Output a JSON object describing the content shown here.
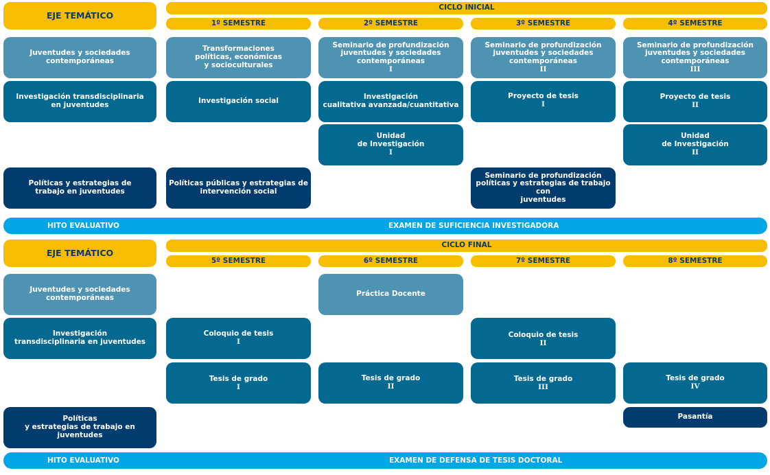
{
  "top": {
    "eje_label": "EJE TEMÁTICO",
    "ciclo": "CICLO INICIAL",
    "semesters": [
      "1º SEMESTRE",
      "2º SEMESTRE",
      "3º SEMESTRE",
      "4º SEMESTRE"
    ],
    "axes": [
      "Juventudes y sociedades\ncontemporáneas",
      "Investigación transdisciplinaria\nen juventudes",
      "Políticas y estrategias de\ntrabajo en juventudes"
    ],
    "s1_transformaciones": "Transformaciones\npolíticas, económicas\ny socioculturales",
    "s1_investigacion_social": "Investigación social",
    "s1_politicas_publicas": "Políticas públicas y estrategias de\nintervención social",
    "s2_seminario": "Seminario de profundización\njuventudes y sociedades\ncontemporáneas",
    "s2_seminario_num": "I",
    "s2_investigacion": "Investigación\ncualitativa avanzada/cuantitativa",
    "s2_unidad": "Unidad\nde Investigación",
    "s2_unidad_num": "I",
    "s3_seminario": "Seminario de profundización\njuventudes y sociedades\ncontemporáneas",
    "s3_seminario_num": "II",
    "s3_proyecto": "Proyecto de tesis",
    "s3_proyecto_num": "I",
    "s3_seminario_politicas": "Seminario de profundización\npolíticas y estrategias de trabajo con\njuventudes",
    "s4_seminario": "Seminario de profundización\njuventudes y sociedades\ncontemporáneas",
    "s4_seminario_num": "III",
    "s4_proyecto": "Proyecto de tesis",
    "s4_proyecto_num": "II",
    "s4_unidad": "Unidad\nde Investigación",
    "s4_unidad_num": "II",
    "hito_label": "HITO EVALUATIVO",
    "hito_text": "EXAMEN DE SUFICIENCIA INVESTIGADORA"
  },
  "bottom": {
    "eje_label": "EJE TEMÁTICO",
    "ciclo": "CICLO FINAL",
    "semesters": [
      "5º SEMESTRE",
      "6º SEMESTRE",
      "7º SEMESTRE",
      "8º SEMESTRE"
    ],
    "axes": [
      "Juventudes y sociedades\ncontemporáneas",
      "Investigación\ntransdisciplinaria en juventudes",
      "Políticas\ny estrategias de trabajo en juventudes"
    ],
    "s5_coloquio": "Coloquio de tesis",
    "s5_coloquio_num": "I",
    "s5_tesis": "Tesis de grado",
    "s5_tesis_num": "I",
    "s6_practica": "Práctica Docente",
    "s6_tesis": "Tesis de grado",
    "s6_tesis_num": "II",
    "s7_coloquio": "Coloquio de tesis",
    "s7_coloquio_num": "II",
    "s7_tesis": "Tesis de grado",
    "s7_tesis_num": "III",
    "s8_tesis": "Tesis de grado",
    "s8_tesis_num": "IV",
    "s8_pasantia": "Pasantía",
    "hito_label": "HITO EVALUATIVO",
    "hito_text": "EXAMEN DE DEFENSA DE TESIS DOCTORAL"
  },
  "colors": {
    "yellow": "#f7bd00",
    "light_teal": "#4f93b3",
    "teal": "#036991",
    "navy": "#023c6e",
    "hito_blue": "#00a6e6"
  }
}
